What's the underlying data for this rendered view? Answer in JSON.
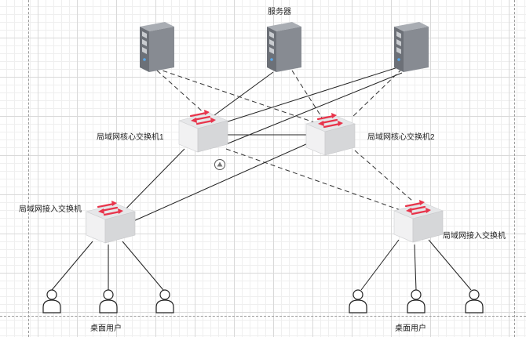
{
  "diagram": {
    "servers_label": "服务器",
    "core_switch_1_label": "局域网核心交换机1",
    "core_switch_2_label": "局域网核心交换机2",
    "access_switch_left_label": "局域网接入交换机",
    "access_switch_right_label": "局域网接入交换机",
    "users_left_label": "桌面用户",
    "users_right_label": "桌面用户",
    "colors": {
      "solid_link": "#222222",
      "dashed_link": "#333333",
      "switch_arrow": "#e8344b",
      "server_body": "#7b7f86",
      "user_outline": "#222222"
    },
    "icons": [
      "server-icon",
      "switch-icon",
      "user-icon",
      "anchor-icon"
    ]
  }
}
